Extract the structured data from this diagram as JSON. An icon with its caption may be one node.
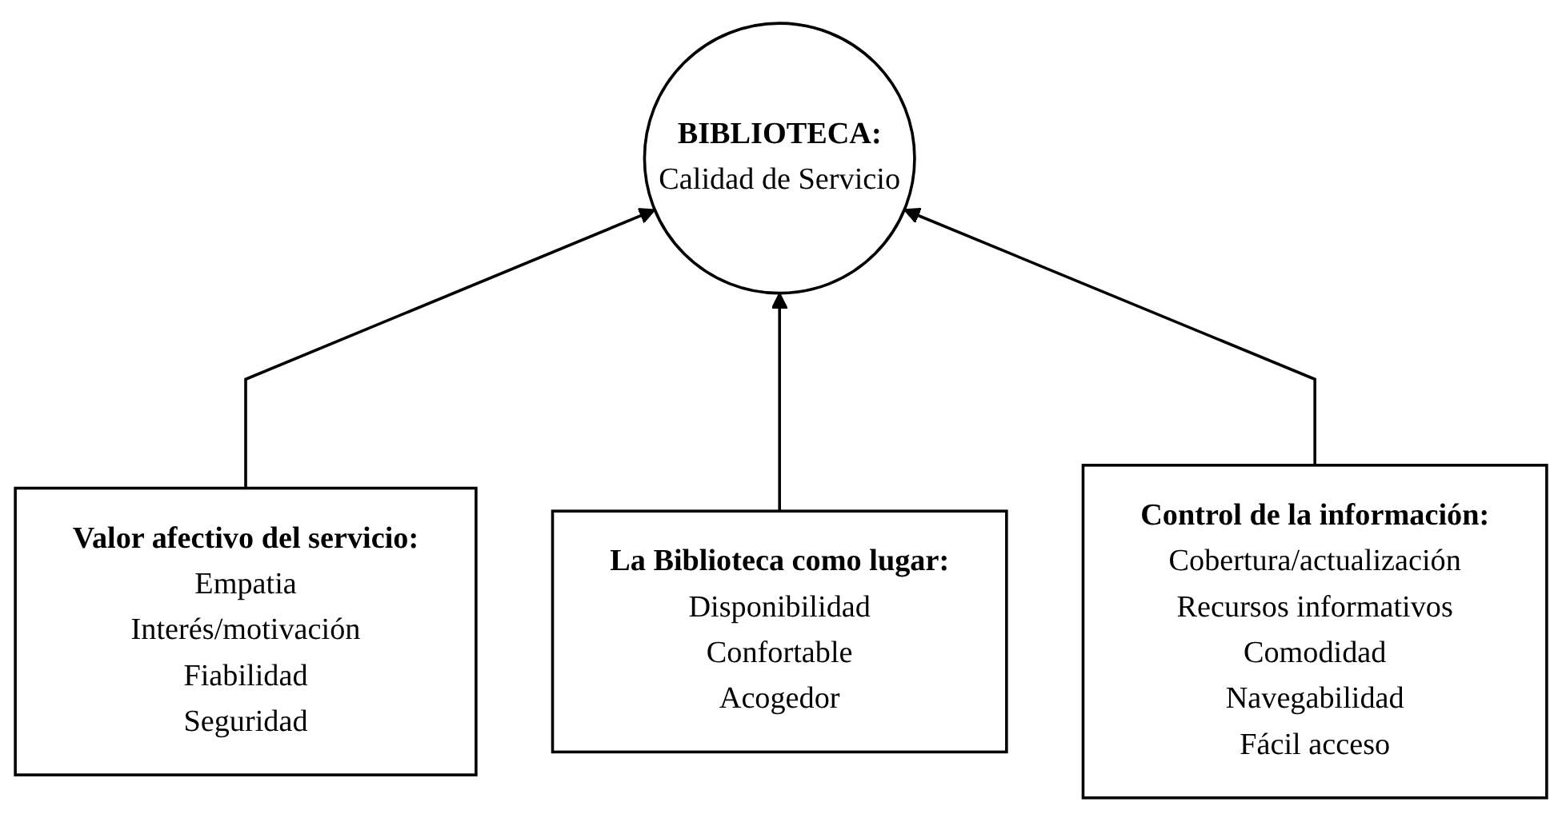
{
  "diagram": {
    "nodes": [
      {
        "text": [
          "BIBLIOTECA:",
          "Calidad de Servicio"
        ]
      },
      {
        "text": [
          "Valor afectivo del servicio:",
          "Empatia",
          "Interés/motivación",
          "Fiabilidad",
          "Seguridad"
        ]
      },
      {
        "text": [
          "La Biblioteca como lugar:",
          "Disponibilidad",
          "Confortable",
          "Acogedor"
        ]
      },
      {
        "text": [
          "Control de la información:",
          "Cobertura/actualización",
          "Recursos informativos",
          "Comodidad",
          "Navegabilidad",
          "Fácil acceso"
        ]
      }
    ],
    "edges": [
      {
        "from": 1,
        "to": 0,
        "arrow": "to"
      },
      {
        "from": 2,
        "to": 0,
        "arrow": "to"
      },
      {
        "from": 3,
        "to": 0,
        "arrow": "to"
      }
    ]
  }
}
